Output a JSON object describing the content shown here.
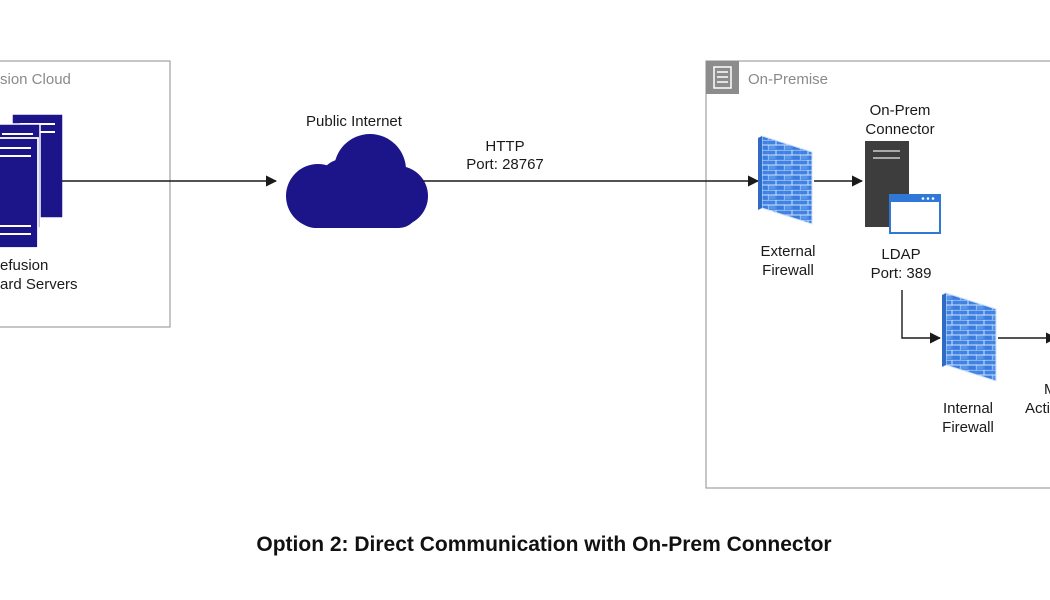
{
  "diagram": {
    "cloud_group": {
      "label": "sion Cloud",
      "servers_label_line1": "efusion",
      "servers_label_line2": "ard Servers"
    },
    "internet": {
      "label": "Public Internet"
    },
    "http_link": {
      "protocol": "HTTP",
      "port": "Port: 28767"
    },
    "onprem_group": {
      "label": "On-Premise",
      "external_firewall_line1": "External",
      "external_firewall_line2": "Firewall",
      "connector_line1": "On-Prem",
      "connector_line2": "Connector",
      "ldap_protocol": "LDAP",
      "ldap_port": "Port: 389",
      "internal_firewall_line1": "Internal",
      "internal_firewall_line2": "Firewall",
      "ad_partial_line1": "M",
      "ad_partial_line2": "Acti"
    },
    "caption": "Option 2: Direct Communication with On-Prem Connector"
  },
  "colors": {
    "server_navy": "#1c1489",
    "firewall_blue": "#3c7fe0",
    "connector_gray": "#3d3d3d",
    "group_border": "#a0a0a0",
    "arrow": "#1a1a1a"
  }
}
